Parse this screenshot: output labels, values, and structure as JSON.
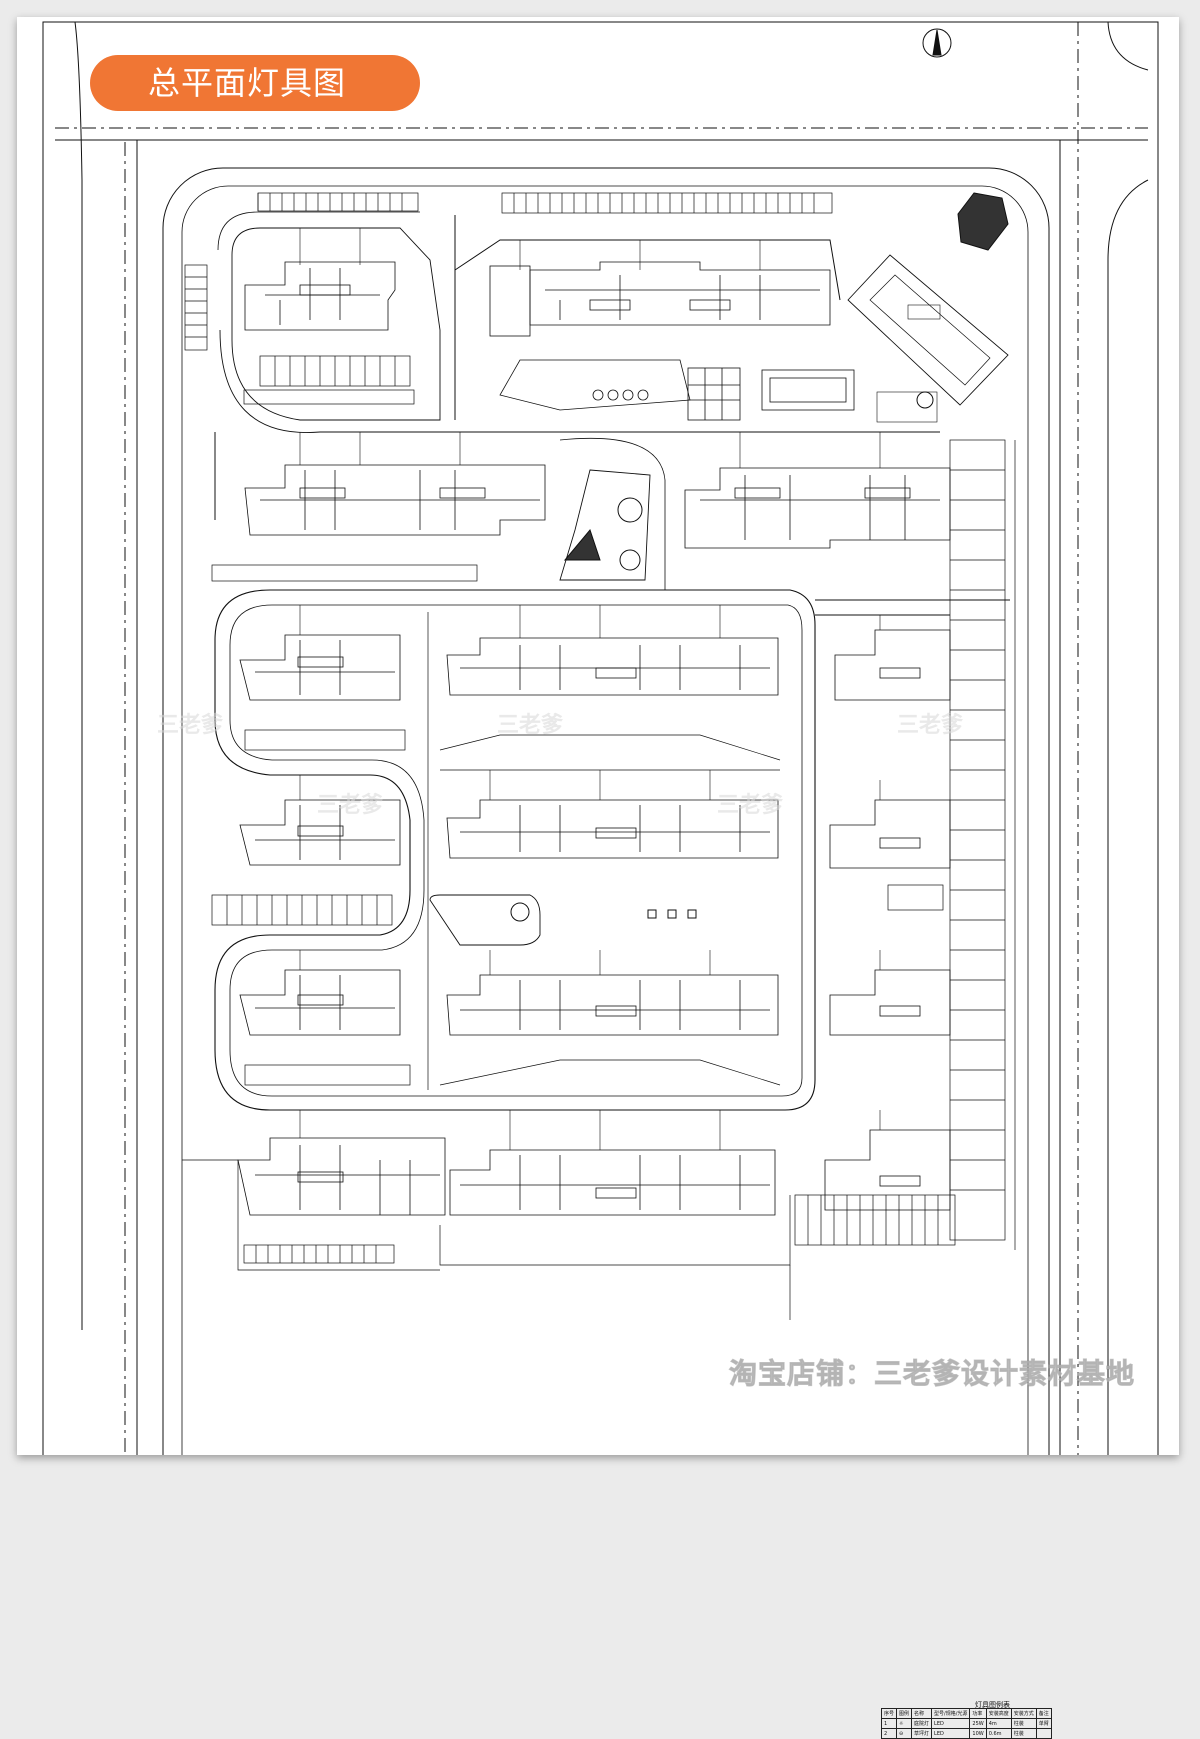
{
  "title": "总平面灯具图",
  "watermark_shop": "淘宝店铺：三老爹设计素材基地",
  "watermark_small": [
    "三老爹",
    "三老爹",
    "三老爹",
    "三老爹",
    "三老爹"
  ],
  "legend": {
    "title": "灯具图例表",
    "headers": [
      "序号",
      "图例",
      "名称",
      "型号/规格/光源",
      "功率",
      "安装高度",
      "安装方式",
      "备注"
    ],
    "rows": [
      [
        "1",
        "",
        "庭院灯",
        "LED",
        "25W",
        "4m",
        "柱装",
        "单臂"
      ],
      [
        "2",
        "",
        "草坪灯",
        "LED",
        "10W",
        "0.6m",
        "柱装",
        ""
      ]
    ]
  }
}
